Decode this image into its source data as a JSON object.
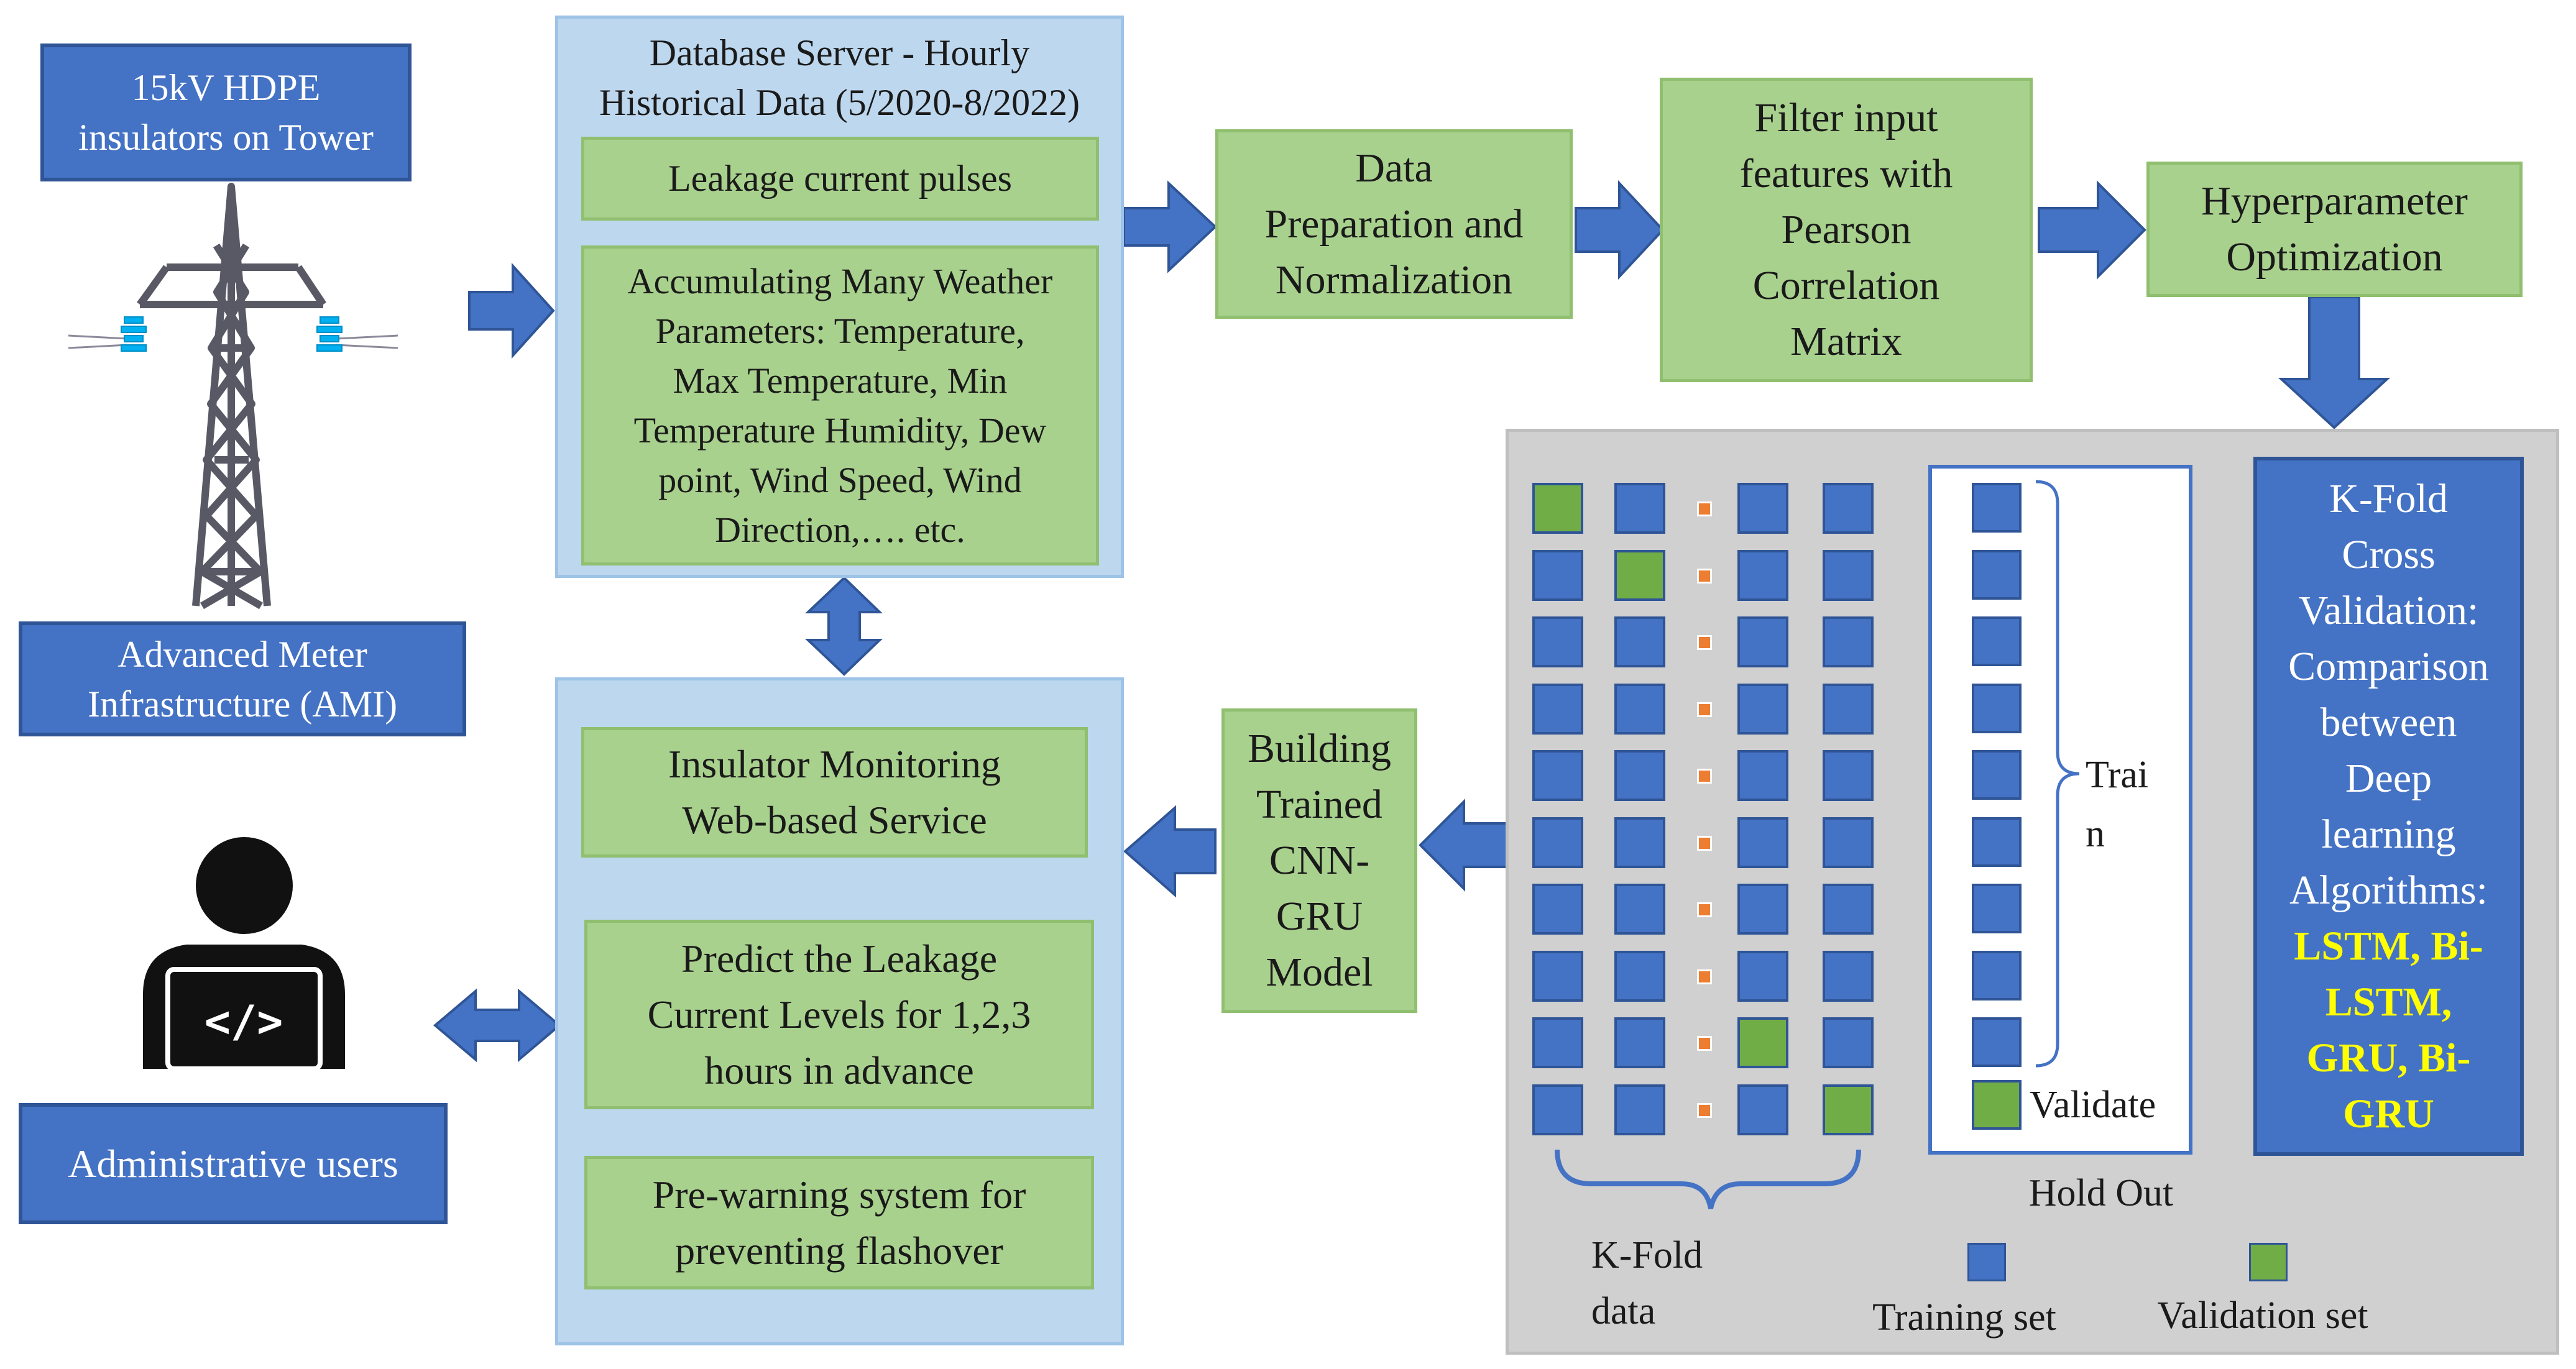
{
  "colors": {
    "accent_blue": "#4472c4",
    "panel_blue": "#bdd7ee",
    "box_green": "#a9d18e",
    "panel_gray": "#d0d0d0",
    "highlight_yellow": "#ffff00",
    "dot_orange": "#ed7d31"
  },
  "source": {
    "tower_label": "15kV HDPE\ninsulators on Tower",
    "ami_label": "Advanced Meter\nInfrastructure (AMI)"
  },
  "database": {
    "title": "Database Server - Hourly\nHistorical Data (5/2020-8/2022)",
    "leakage": "Leakage current pulses",
    "weather": "Accumulating Many Weather\nParameters: Temperature,\nMax Temperature, Min\nTemperature Humidity, Dew\npoint, Wind Speed, Wind\nDirection,…. etc."
  },
  "pipeline": {
    "prep": "Data\nPreparation and\nNormalization",
    "filter": "Filter input\nfeatures with\nPearson\nCorrelation\nMatrix",
    "hyper": "Hyperparameter\nOptimization"
  },
  "kfold_panel": {
    "kfold_text": "K-Fold\nCross\nValidation:\nComparison\nbetween\nDeep\nlearning\nAlgorithms:",
    "algorithms": "LSTM, Bi-\nLSTM,\nGRU, Bi-\nGRU",
    "train_brace": "Trai\nn",
    "validate": "Validate",
    "hold_out": "Hold Out",
    "kfold_data": "K-Fold\ndata",
    "legend_training": "Training set",
    "legend_validation": "Validation set"
  },
  "model": {
    "building": "Building\nTrained\nCNN-\nGRU\nModel"
  },
  "service": {
    "monitoring": "Insulator Monitoring\nWeb-based Service",
    "predict": "Predict the Leakage\nCurrent Levels for 1,2,3\nhours in advance",
    "warning": "Pre-warning system for\npreventing flashover"
  },
  "users": {
    "admin": "Administrative users"
  },
  "grid": {
    "rows": 10,
    "validation_fold_by_row": [
      0,
      1,
      null,
      null,
      null,
      null,
      null,
      null,
      2,
      3
    ],
    "holdout_rows": 9
  }
}
